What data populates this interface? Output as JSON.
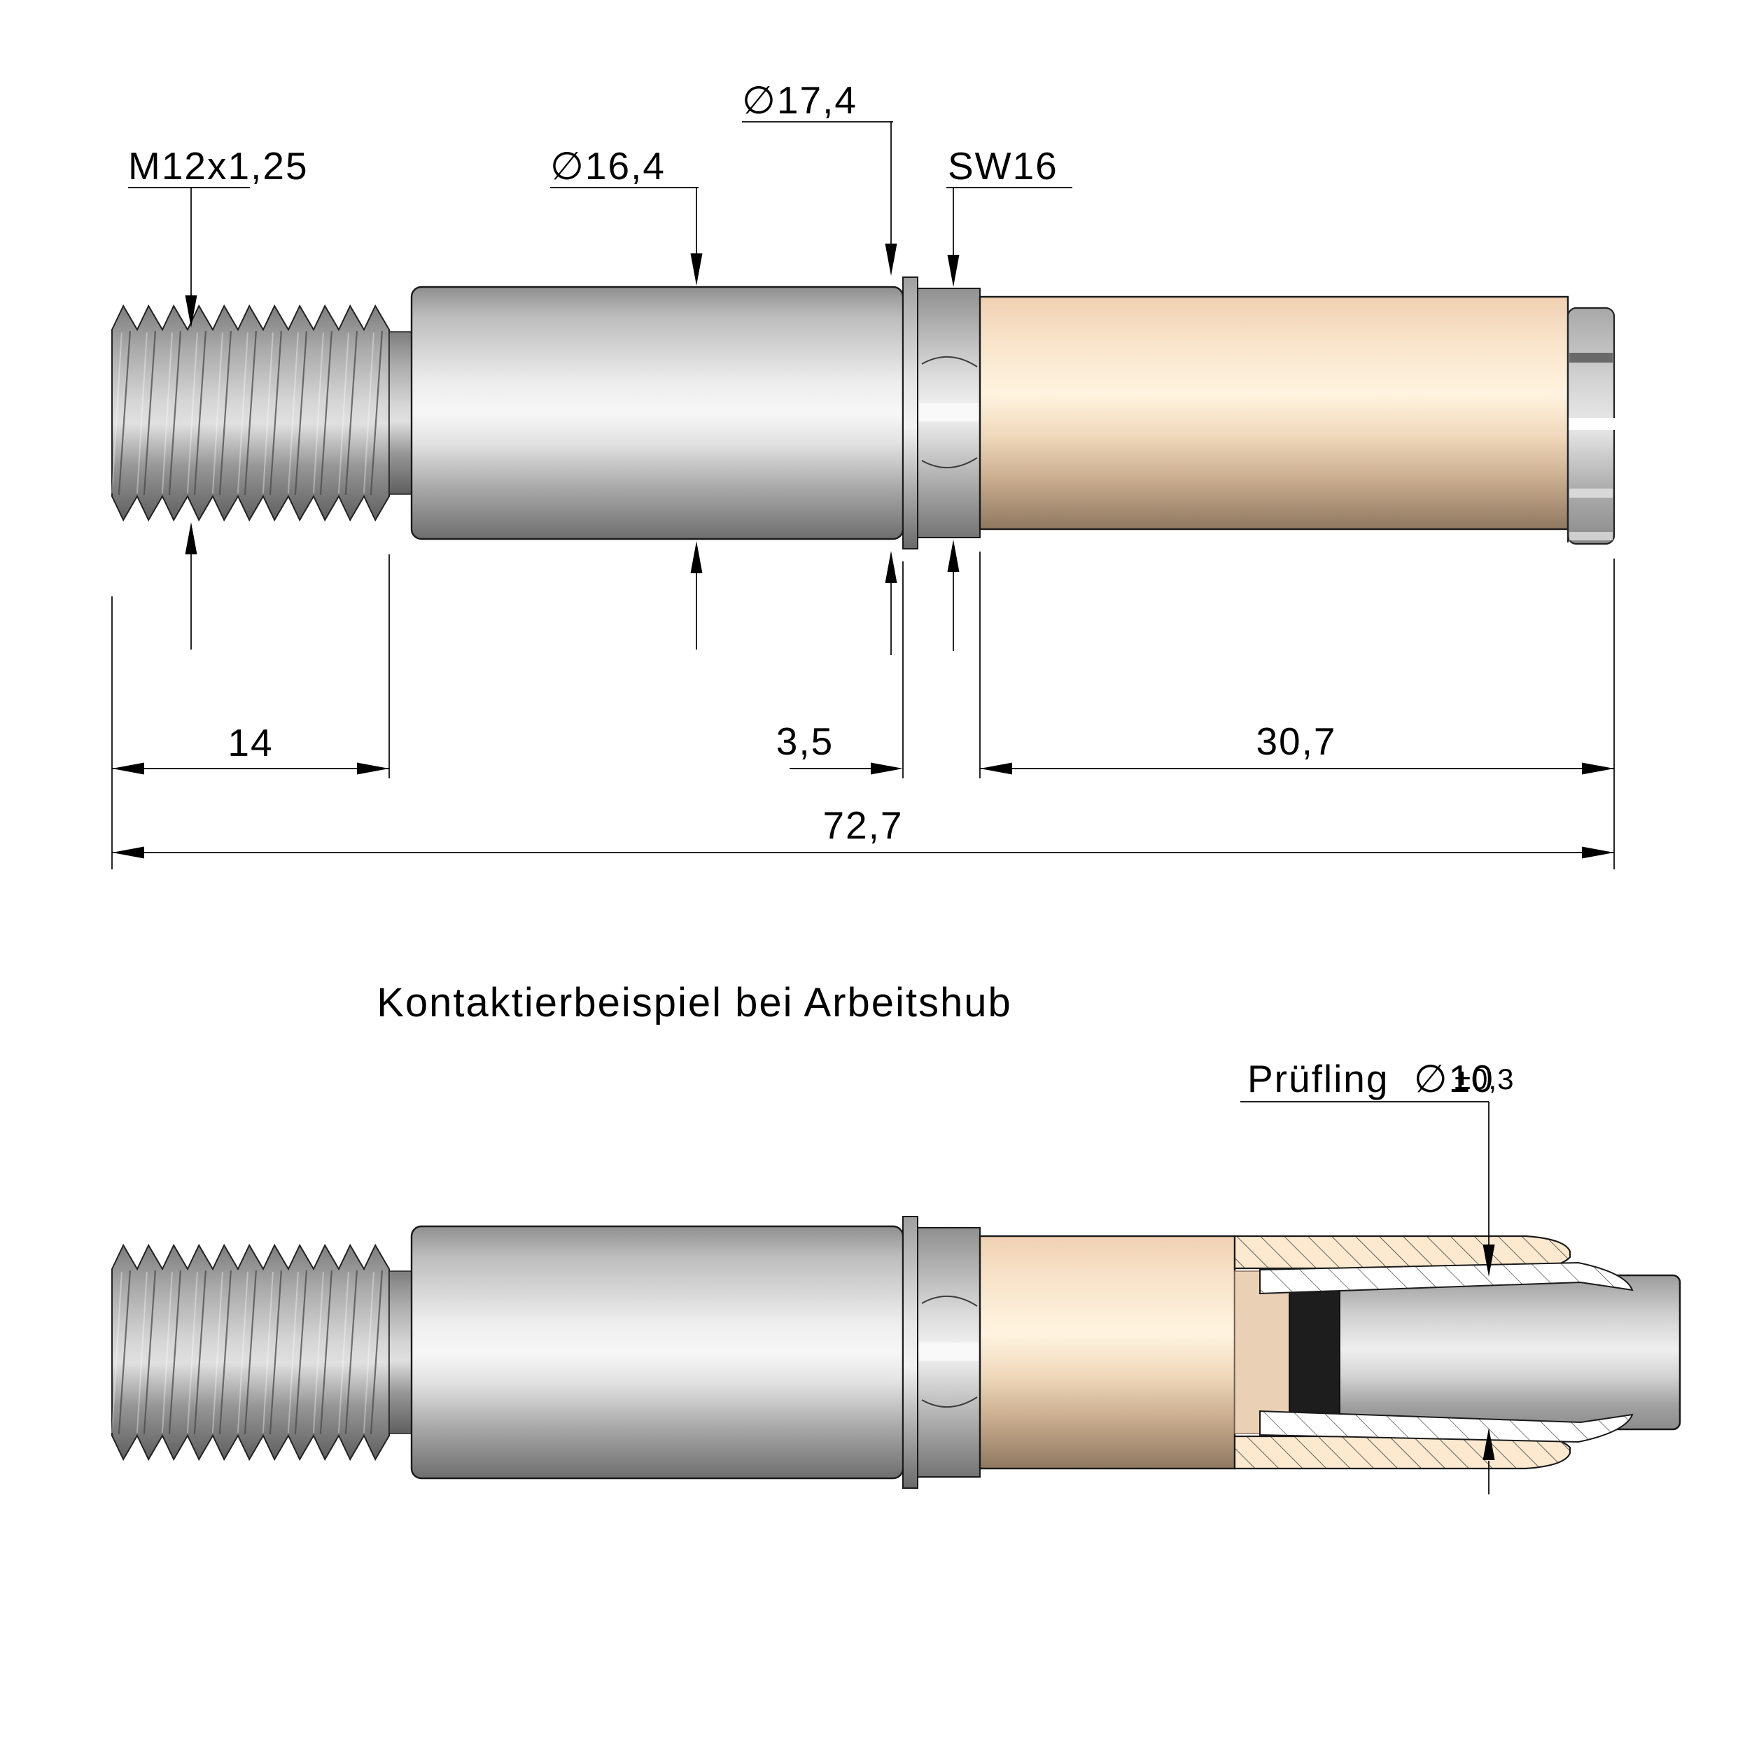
{
  "drawing": {
    "type": "technical-drawing",
    "part": "spring-loaded contact probe with collet",
    "line_color": "#000000",
    "colors": {
      "metal_light": "#f7f7f7",
      "metal_mid": "#bdbdbd",
      "metal_dark": "#6e6e6e",
      "beige_light": "#fff4e0",
      "beige_mid": "#f0d0b2",
      "beige_dark": "#8f7860",
      "cone_black": "#1d1d1d",
      "hatch_beige_bg": "#fce9cf",
      "hatch_white_bg": "#ffffff"
    }
  },
  "top_view": {
    "labels": {
      "thread_spec": "M12x1,25",
      "body_diameter": "∅16,4",
      "flange_diameter": "∅17,4",
      "wrench_size": "SW16"
    },
    "dimensions": {
      "thread_length": "14",
      "collar_length": "3,5",
      "sleeve_length": "30,7",
      "total_length": "72,7"
    }
  },
  "bottom_view": {
    "title": "Kontaktierbeispiel bei Arbeitshub",
    "specimen_label": "Prüfling",
    "specimen_diameter": "∅10",
    "specimen_tolerance": "±0,3"
  }
}
